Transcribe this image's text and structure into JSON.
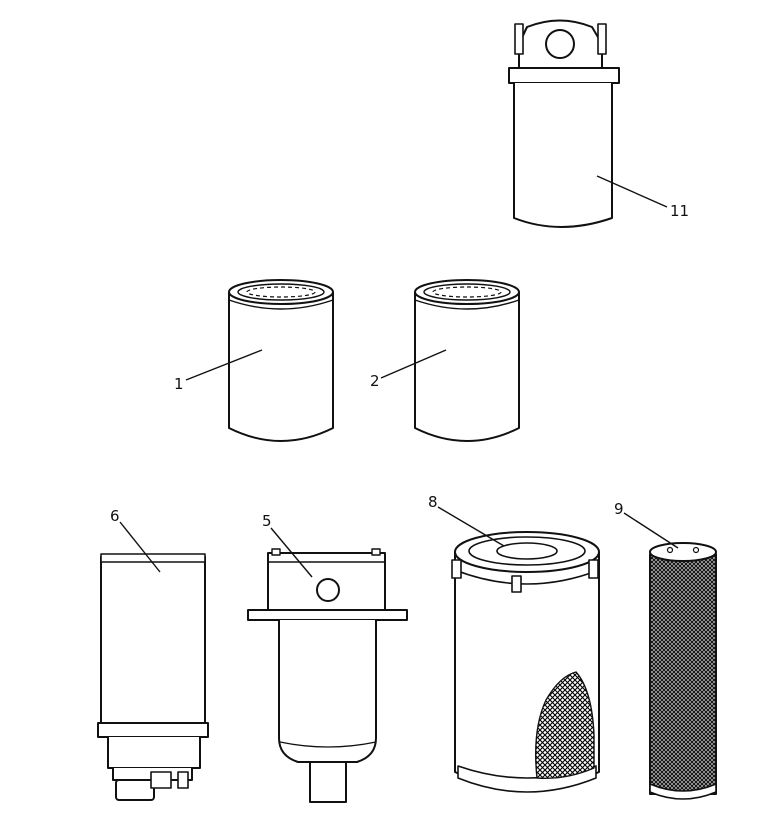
{
  "diagram": {
    "background": "#ffffff",
    "line_color": "#111111",
    "callouts": {
      "c1": "1",
      "c2": "2",
      "c5": "5",
      "c6": "6",
      "c8": "8",
      "c9": "9",
      "c11": "11"
    }
  }
}
